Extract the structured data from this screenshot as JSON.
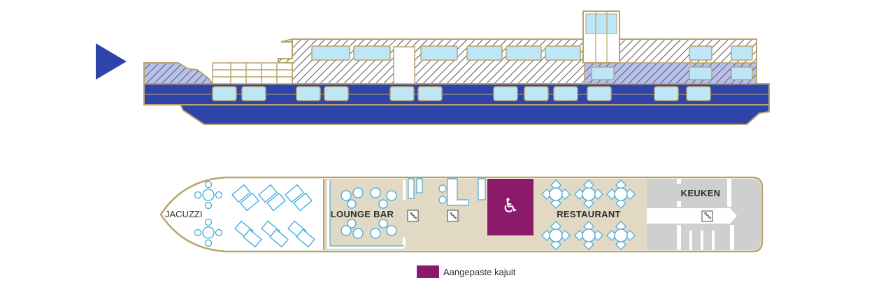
{
  "colors": {
    "hull_blue": "#2f44a8",
    "window_blue": "#bfe6f7",
    "outline_tan": "#b8a36e",
    "deck_beige": "#e2d9c4",
    "galley_gray": "#cfcfcf",
    "accessible_purple": "#8c1a6a",
    "furniture_cyan": "#3aa9df"
  },
  "icons": {
    "direction": "play-arrow-icon",
    "accessible": "wheelchair-icon",
    "stairs": "stairs-icon"
  },
  "deck_plan": {
    "areas": {
      "jacuzzi": "JACUZZI",
      "lounge_bar": "LOUNGE BAR",
      "restaurant": "RESTAURANT",
      "kitchen": "KEUKEN"
    },
    "accessible_symbol": "♿"
  },
  "legend": {
    "accessible_cabin": "Aangepaste kajuit"
  }
}
